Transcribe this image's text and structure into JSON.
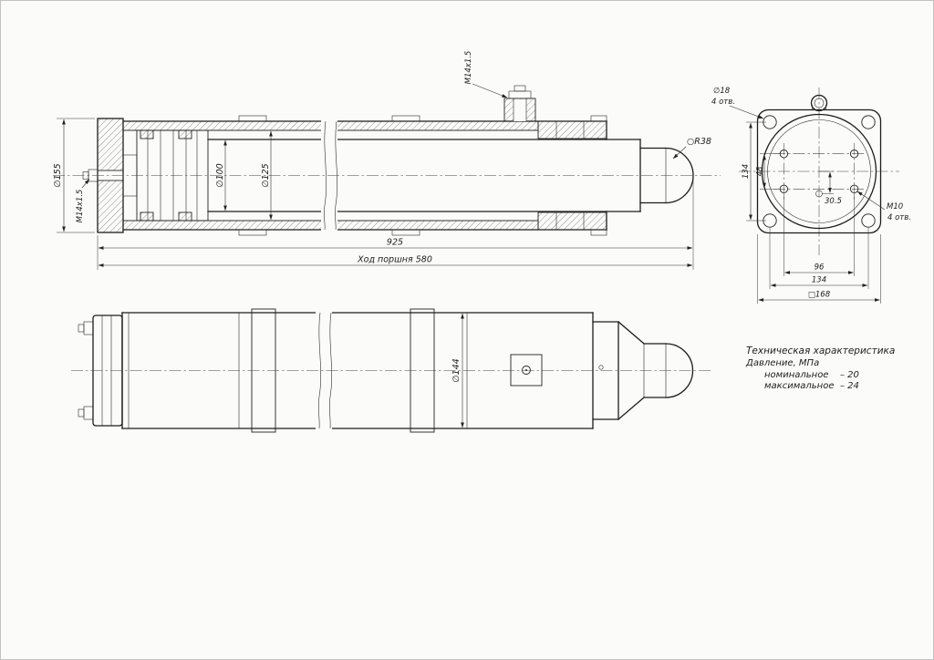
{
  "section_view": {
    "dim_flange_od": "∅155",
    "dim_left_port": "M14x1.5",
    "dim_rod": "∅100",
    "dim_bore": "∅125",
    "dim_top_port": "M14x1.5",
    "dim_sphere": "○R38",
    "dim_length": "925",
    "dim_stroke": "Ход поршня 580"
  },
  "flange_view": {
    "hole_dia": "∅18",
    "hole_count": "4 отв.",
    "dim_v134": "134",
    "dim_v48": "48",
    "dim_offset": "30.5",
    "thread": "M10",
    "thread_count": "4 отв.",
    "dim_h96": "96",
    "dim_h134": "134",
    "dim_square": "□168"
  },
  "outline_view": {
    "dim_body": "∅144"
  },
  "tech_spec": {
    "title": "Техническая характеристика",
    "pressure": "Давление, МПа",
    "nominal_label": "номинальное",
    "nominal_value": "–  20",
    "max_label": "максимальное",
    "max_value": "–  24"
  }
}
